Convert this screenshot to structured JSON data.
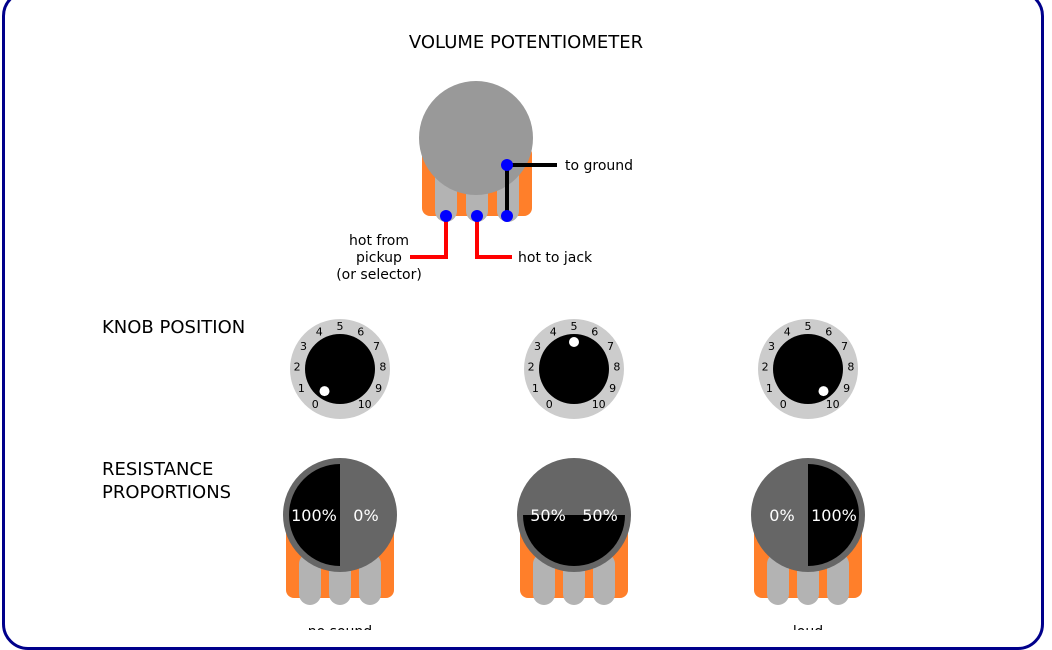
{
  "title": "VOLUME POTENTIOMETER",
  "wiring": {
    "ground_label": "to ground",
    "hot_from_lines": [
      "hot from",
      "pickup",
      "(or selector)"
    ],
    "hot_to_jack_label": "hot to jack"
  },
  "knob_section_label": "KNOB POSITION",
  "resistance_section_lines": [
    "RESISTANCE",
    "PROPORTIONS"
  ],
  "dial_numbers": [
    "0",
    "1",
    "2",
    "3",
    "4",
    "5",
    "6",
    "7",
    "8",
    "9",
    "10"
  ],
  "knob_positions": [
    0,
    5,
    10
  ],
  "resistance": [
    {
      "left": "100%",
      "right": "0%",
      "caption": "no sound"
    },
    {
      "left": "50%",
      "right": "50%",
      "caption": ""
    },
    {
      "left": "0%",
      "right": "100%",
      "caption": "loud"
    }
  ],
  "colors": {
    "border": "#00008b",
    "pot_body": "#999999",
    "pot_back": "#ff7f2a",
    "lug": "#b3b3b3",
    "solder": "#0000ff",
    "ground_wire": "#000000",
    "hot_wire": "#ff0000",
    "dial_ring": "#cccccc",
    "knob": "#000000",
    "pot_dark": "#666666"
  }
}
